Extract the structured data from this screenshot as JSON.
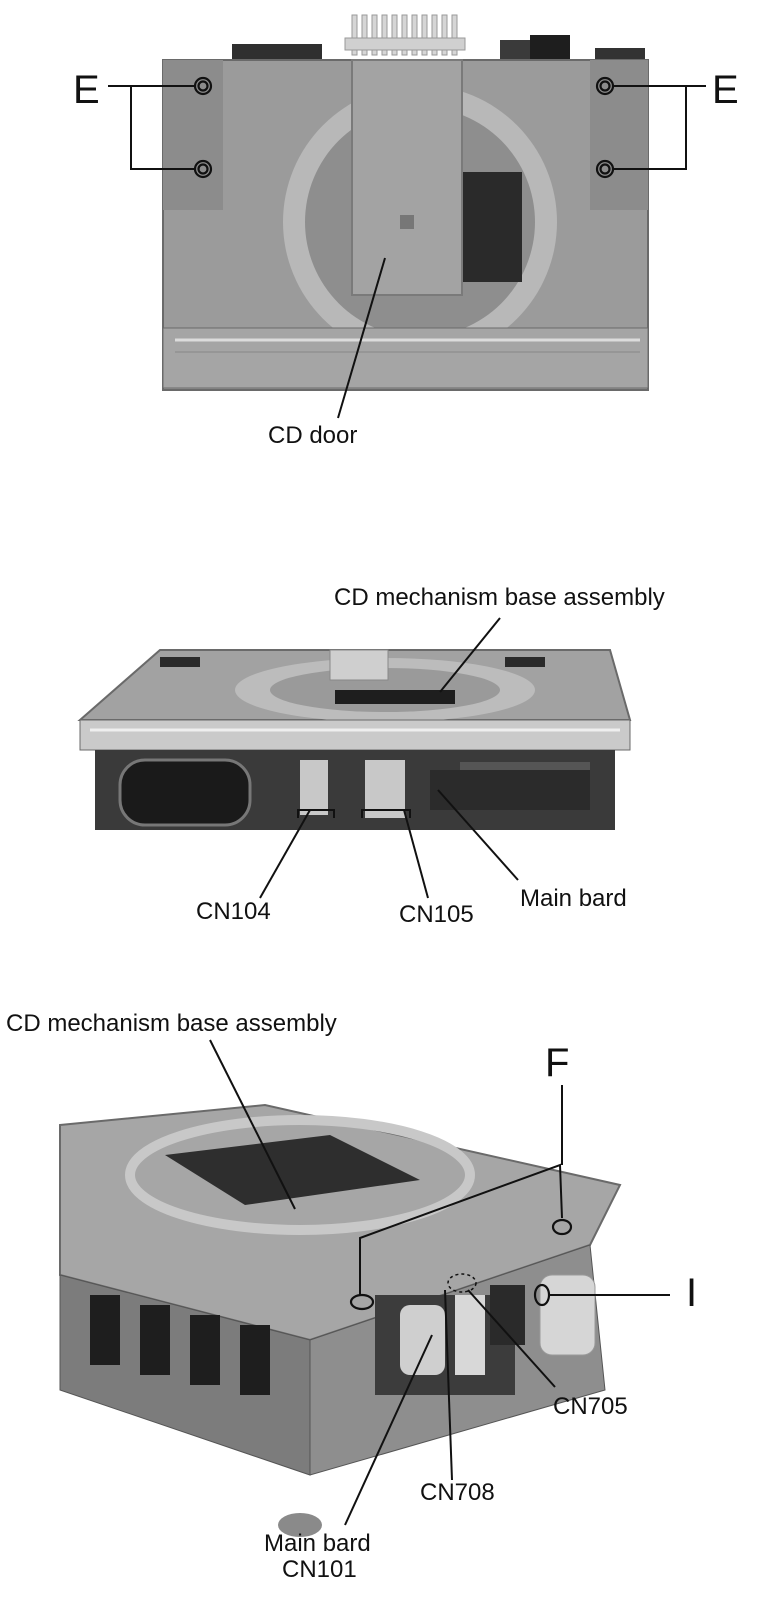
{
  "figure1": {
    "label_e_left": "E",
    "label_e_right": "E",
    "label_cd_door": "CD door"
  },
  "figure2": {
    "label_cd_mech": "CD mechanism base assembly",
    "label_cn104": "CN104",
    "label_cn105": "CN105",
    "label_main_bard": "Main bard"
  },
  "figure3": {
    "label_cd_mech": "CD mechanism base assembly",
    "label_f": "F",
    "label_i": "I",
    "label_cn705": "CN705",
    "label_cn708": "CN708",
    "label_main_bard": "Main bard",
    "label_cn101": "CN101"
  }
}
